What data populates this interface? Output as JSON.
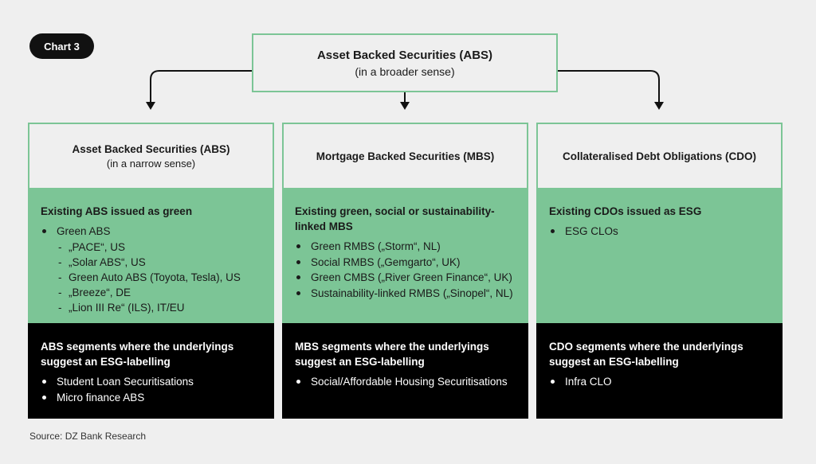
{
  "chart_label": "Chart 3",
  "root": {
    "title": "Asset Backed Securities (ABS)",
    "subtitle": "(in a broader sense)"
  },
  "columns": [
    {
      "title": "Asset Backed Securities (ABS)",
      "subtitle": "(in a narrow sense)",
      "green_title": "Existing ABS issued as green",
      "green_items": [
        {
          "text": "Green ABS",
          "sub": [
            "„PACE“, US",
            "„Solar ABS“, US",
            "Green Auto ABS (Toyota, Tesla), US",
            "„Breeze“, DE",
            "„Lion III Re“ (ILS), IT/EU"
          ]
        }
      ],
      "black_title": "ABS segments where the underlyings suggest an ESG-labelling",
      "black_items": [
        "Student Loan Securitisations",
        "Micro finance ABS"
      ]
    },
    {
      "title": "Mortgage Backed Securities (MBS)",
      "subtitle": "",
      "green_title": "Existing green, social or sustainability-linked MBS",
      "green_items": [
        {
          "text": "Green RMBS („Storm“, NL)",
          "sub": []
        },
        {
          "text": "Social RMBS („Gemgarto“, UK)",
          "sub": []
        },
        {
          "text": "Green CMBS  („River Green Finance“, UK)",
          "sub": []
        },
        {
          "text": "Sustainability-linked RMBS („Sinopel“, NL)",
          "sub": []
        }
      ],
      "black_title": "MBS segments where the underlyings suggest an ESG-labelling",
      "black_items": [
        "Social/Affordable Housing Securitisations"
      ]
    },
    {
      "title": "Collateralised Debt Obligations (CDO)",
      "subtitle": "",
      "green_title": "Existing CDOs issued as ESG",
      "green_items": [
        {
          "text": "ESG CLOs",
          "sub": []
        }
      ],
      "black_title": "CDO segments where the underlyings suggest an ESG-labelling",
      "black_items": [
        "Infra CLO"
      ]
    }
  ],
  "source": "Source: DZ Bank Research",
  "colors": {
    "green": "#7cc596",
    "black": "#000000",
    "background": "#efefef"
  }
}
